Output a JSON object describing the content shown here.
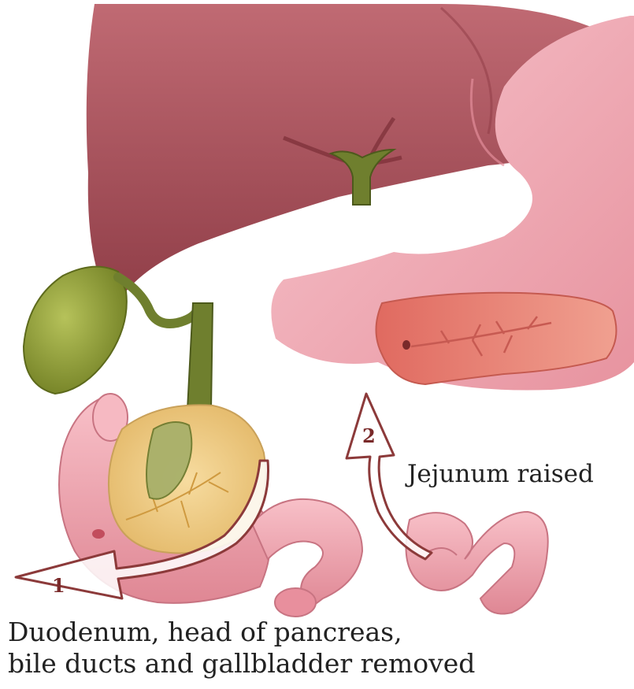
{
  "labels": {
    "step1_number": "1",
    "step2_number": "2",
    "jejunum": "Jejunum raised",
    "removed_line1": "Duodenum, head of pancreas,",
    "removed_line2": "bile ducts and gallbladder removed"
  },
  "colors": {
    "liver": "#b85a62",
    "liver_dark": "#8e3a44",
    "bile_duct": "#6f7f2e",
    "gallbladder": "#8a9a34",
    "intestine": "#f2a9b4",
    "intestine_shadow": "#d77f8e",
    "pancreas_head": "#f0cf86",
    "pancreas_body": "#e67d70",
    "arrow_outline": "#8c3a3a"
  },
  "icons": {
    "liver": "liver-illustration",
    "gallbladder": "gallbladder-illustration",
    "arrow1": "curved-arrow-outline",
    "arrow2": "curved-arrow-outline"
  }
}
